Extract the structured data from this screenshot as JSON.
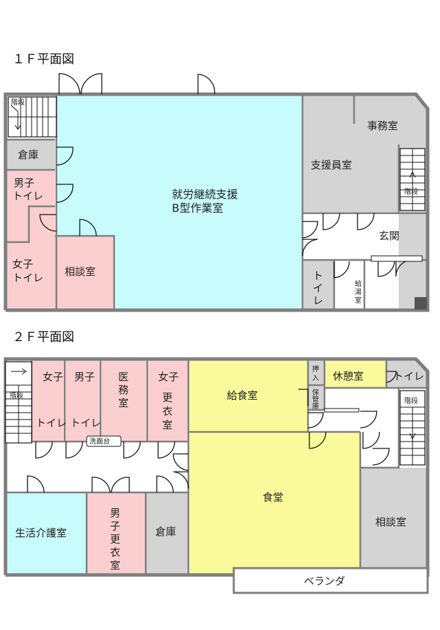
{
  "colors": {
    "cyan": "#c8fcfc",
    "pink": "#fbcfd0",
    "gray": "#d4d4d4",
    "yellow": "#fafa9c",
    "wall": "#7e7e7e",
    "door": "#111111"
  },
  "floor1": {
    "title": "１Ｆ平面図",
    "rooms": {
      "workroom": [
        "就労継続支援",
        "B型作業室"
      ],
      "office": "事務室",
      "staff": "支援員室",
      "storage": "倉庫",
      "men_toilet": [
        "男子",
        "トイレ"
      ],
      "women_toilet": [
        "女子",
        "トイレ"
      ],
      "consult": "相談室",
      "stairs_left": "階段",
      "stairs_right": "階段",
      "entrance": "玄関",
      "toilet": [
        "ト",
        "イ",
        "レ"
      ],
      "kitchenette": [
        "給",
        "湯",
        "室"
      ]
    }
  },
  "floor2": {
    "title": "２Ｆ平面図",
    "rooms": {
      "stairs_left": "階段",
      "women_toilet": [
        "女子",
        "トイレ"
      ],
      "men_toilet": [
        "男子",
        "トイレ"
      ],
      "medical": [
        "医",
        "務",
        "室"
      ],
      "women_locker": [
        "女子",
        "更",
        "衣",
        "室"
      ],
      "washbasin": "洗面台",
      "lunch_room": "給食室",
      "closet": [
        "押",
        "入"
      ],
      "nursery": [
        "保",
        "管",
        "庫"
      ],
      "lounge": "休憩室",
      "toilet": "トイレ",
      "stairs_right": "階段",
      "dining": "食堂",
      "care_room": "生活介護室",
      "men_locker": [
        "男",
        "子",
        "更",
        "衣",
        "室"
      ],
      "storage": "倉庫",
      "consult": "相談室",
      "veranda": "ベランダ"
    }
  }
}
